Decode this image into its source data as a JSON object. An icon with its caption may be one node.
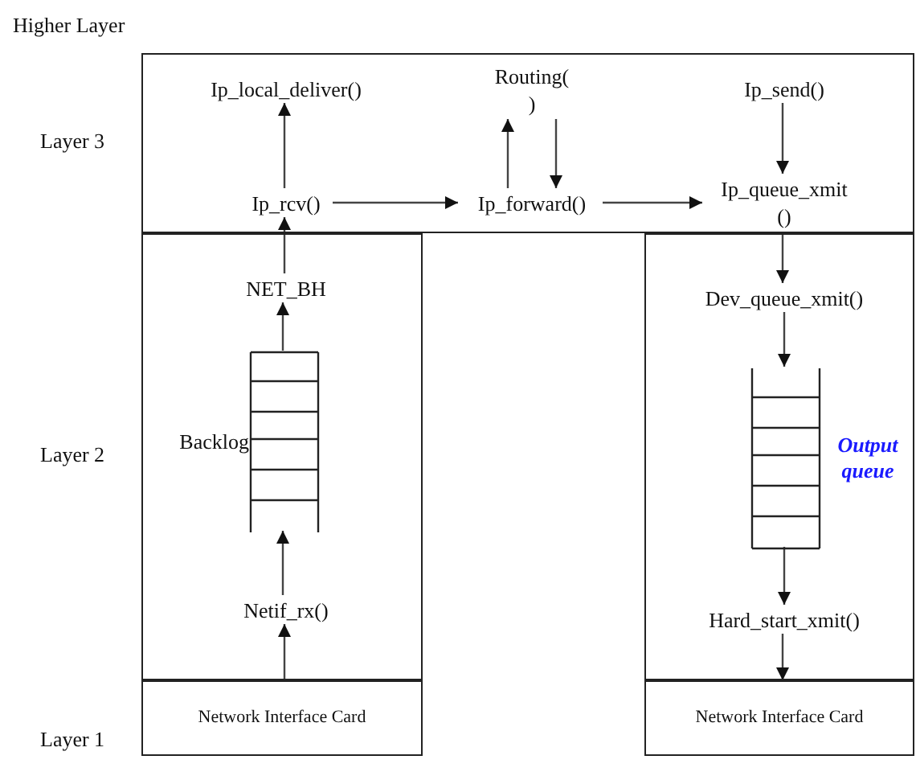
{
  "diagram": {
    "nodes": [
      {
        "text": [],
        "shape": "box"
      },
      {
        "text": [
          "Ip_local_deliver()"
        ],
        "in": 0
      },
      {
        "text": [
          "Routing( )"
        ],
        "in": 0
      },
      {
        "text": [
          "Ip_send()"
        ],
        "in": 0
      },
      {
        "text": [
          "Ip_rcv()"
        ],
        "in": 0
      },
      {
        "text": [
          "Ip_forward()"
        ],
        "in": 0
      },
      {
        "text": [
          "Ip_queue_xmit ()"
        ],
        "in": 0
      },
      {
        "text": [],
        "shape": "box"
      },
      {
        "text": [
          "NET_BH"
        ],
        "in": 7
      },
      {
        "text": [],
        "shape": "queue",
        "beside": [
          "Backlog"
        ],
        "in": 7
      },
      {
        "text": [
          "Netif_rx()"
        ],
        "in": 7
      },
      {
        "text": [],
        "shape": "box"
      },
      {
        "text": [
          "Dev_queue_xmit()"
        ],
        "in": 11
      },
      {
        "text": [],
        "shape": "queue",
        "beside": [
          "Output queue"
        ],
        "in": 11
      },
      {
        "text": [
          "Hard_start_xmit()"
        ],
        "in": 11
      },
      {
        "text": [
          "Network Interface Card"
        ]
      },
      {
        "text": [
          "Network Interface Card"
        ]
      }
    ],
    "edges": [
      {
        "from": 4,
        "to": 1,
        "arrow": "to"
      },
      {
        "from": 4,
        "to": 5,
        "arrow": "to"
      },
      {
        "from": 5,
        "to": 2,
        "arrow": "to"
      },
      {
        "from": 2,
        "to": 5,
        "arrow": "to"
      },
      {
        "from": 5,
        "to": 6,
        "arrow": "to"
      },
      {
        "from": 3,
        "to": 6,
        "arrow": "to"
      },
      {
        "from": 8,
        "to": 4,
        "arrow": "to"
      },
      {
        "from": 9,
        "to": 8,
        "arrow": "to"
      },
      {
        "from": 10,
        "to": 9,
        "arrow": "to"
      },
      {
        "from": 15,
        "to": 10,
        "arrow": "to"
      },
      {
        "from": 6,
        "to": 12,
        "arrow": "to"
      },
      {
        "from": 12,
        "to": 13,
        "arrow": "to"
      },
      {
        "from": 13,
        "to": 14,
        "arrow": "to"
      },
      {
        "from": 14,
        "to": 16,
        "arrow": "to"
      }
    ],
    "labels": [
      "Higher Layer",
      "Layer 3",
      "Layer 2",
      "Layer 1"
    ]
  }
}
